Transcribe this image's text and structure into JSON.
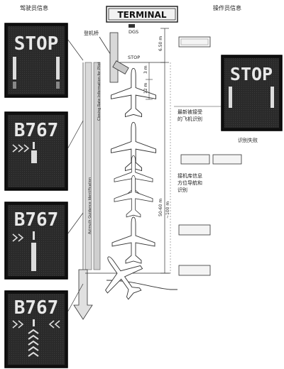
{
  "header": {
    "pilot_info": "驾驶员信息",
    "operator_info": "操作员信息",
    "terminal": "TERMINAL",
    "dgs": "DGS",
    "bridge": "登机桥",
    "stop_label": "STOP"
  },
  "displays": [
    {
      "text": "STOP",
      "kind": "stop"
    },
    {
      "text": "B767",
      "kind": "identify"
    },
    {
      "text": "B767",
      "kind": "guide"
    },
    {
      "text": "B767",
      "kind": "approach"
    }
  ],
  "operator_display": {
    "text": "STOP"
  },
  "dimensions": {
    "d1": "6.50 m",
    "d2": "3 m",
    "d3": "12 m",
    "d4": "50-60 m",
    "d5": "~100 m"
  },
  "annotations": {
    "last_accepted": "最新被接受的飞机识别",
    "identify_fail": "识别失败",
    "docking_info": "接机库信息方位导航和识别"
  },
  "vertical_labels": {
    "closing_rate": "Closing Rate Information for Pilot",
    "azimuth": "Azimuth Guidance Identification"
  }
}
